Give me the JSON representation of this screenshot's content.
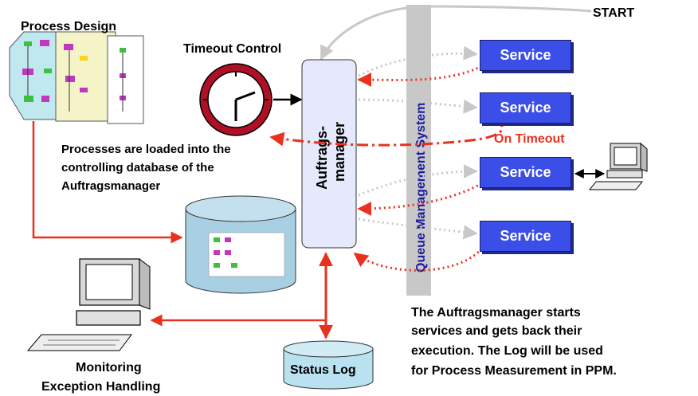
{
  "labels": {
    "start": "START",
    "process_design": "Process Design",
    "timeout_control": "Timeout Control",
    "queue_system": "Queue Management System",
    "auftrags_line1": "Auftrags-",
    "auftrags_line2": "manager",
    "on_timeout": "On Timeout",
    "processes_loaded": [
      "Processes are loaded into the",
      "controlling database of the",
      "Auftragsmanager"
    ],
    "starts_services": [
      "The Auftragsmanager starts",
      "services and gets back their",
      "execution. The Log will be used",
      "for Process Measurement in PPM."
    ],
    "monitoring": [
      "Monitoring",
      "Exception Handling"
    ],
    "status_log": "Status Log"
  },
  "services": [
    "Service",
    "Service",
    "Service",
    "Service"
  ],
  "colors": {
    "service_blue": "#3b4ee8",
    "queue_title": "#1a1aa0",
    "red_arrow": "#e8311e",
    "on_timeout": "#e8311e",
    "manager_fill": "#e6e9fb",
    "db_fill": "#a9cfe3",
    "status_fill": "#b9e1ef"
  },
  "icons": [
    "clock-icon",
    "computer-icon",
    "database-icon",
    "process-flowchart-icon"
  ]
}
